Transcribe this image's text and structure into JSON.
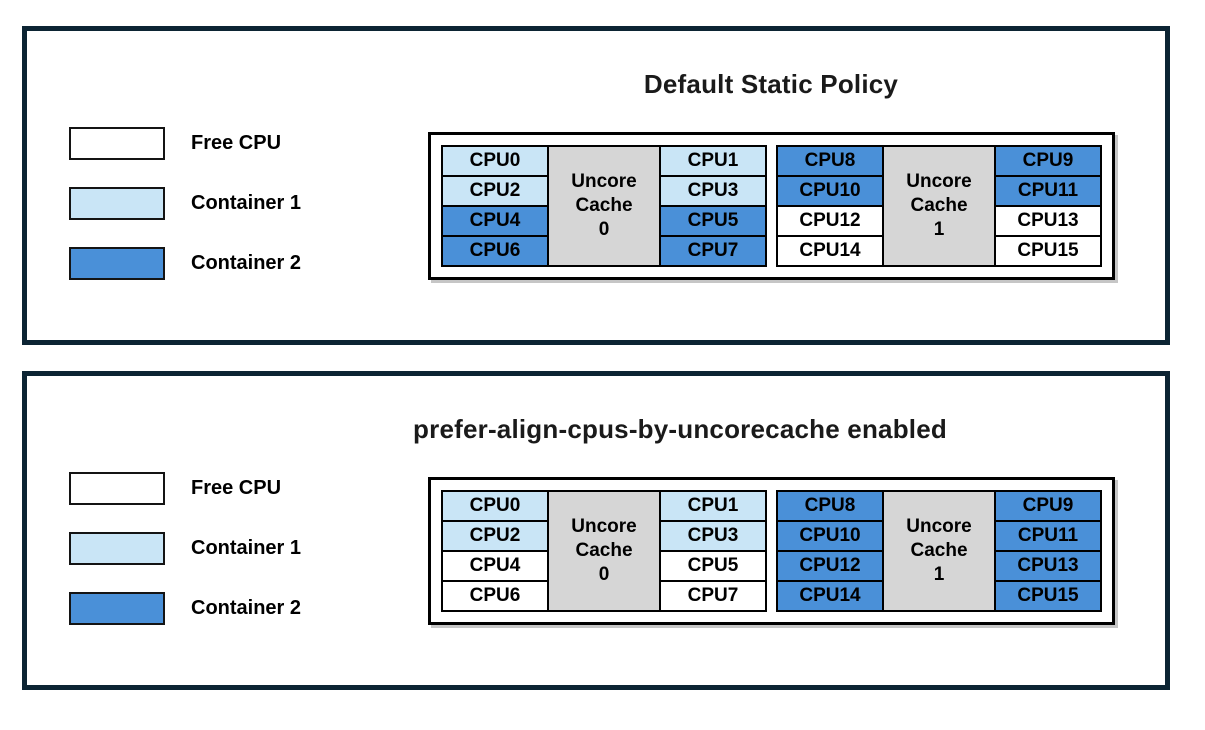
{
  "colors": {
    "free": "#FFFFFF",
    "container1": "#C9E5F6",
    "container2": "#4A90D8",
    "cache": "#D6D6D6",
    "panel_border": "#0C2433"
  },
  "legend": {
    "items": [
      {
        "label": "Free CPU",
        "state": "free"
      },
      {
        "label": "Container 1",
        "state": "container1"
      },
      {
        "label": "Container 2",
        "state": "container2"
      }
    ]
  },
  "panels": [
    {
      "title": "Default Static Policy",
      "groups": [
        {
          "cache_lines": [
            "Uncore",
            "Cache",
            "0"
          ],
          "left_cpus": [
            {
              "label": "CPU0",
              "state": "container1"
            },
            {
              "label": "CPU2",
              "state": "container1"
            },
            {
              "label": "CPU4",
              "state": "container2"
            },
            {
              "label": "CPU6",
              "state": "container2"
            }
          ],
          "right_cpus": [
            {
              "label": "CPU1",
              "state": "container1"
            },
            {
              "label": "CPU3",
              "state": "container1"
            },
            {
              "label": "CPU5",
              "state": "container2"
            },
            {
              "label": "CPU7",
              "state": "container2"
            }
          ]
        },
        {
          "cache_lines": [
            "Uncore",
            "Cache",
            "1"
          ],
          "left_cpus": [
            {
              "label": "CPU8",
              "state": "container2"
            },
            {
              "label": "CPU10",
              "state": "container2"
            },
            {
              "label": "CPU12",
              "state": "free"
            },
            {
              "label": "CPU14",
              "state": "free"
            }
          ],
          "right_cpus": [
            {
              "label": "CPU9",
              "state": "container2"
            },
            {
              "label": "CPU11",
              "state": "container2"
            },
            {
              "label": "CPU13",
              "state": "free"
            },
            {
              "label": "CPU15",
              "state": "free"
            }
          ]
        }
      ]
    },
    {
      "title": "prefer-align-cpus-by-uncorecache enabled",
      "groups": [
        {
          "cache_lines": [
            "Uncore",
            "Cache",
            "0"
          ],
          "left_cpus": [
            {
              "label": "CPU0",
              "state": "container1"
            },
            {
              "label": "CPU2",
              "state": "container1"
            },
            {
              "label": "CPU4",
              "state": "free"
            },
            {
              "label": "CPU6",
              "state": "free"
            }
          ],
          "right_cpus": [
            {
              "label": "CPU1",
              "state": "container1"
            },
            {
              "label": "CPU3",
              "state": "container1"
            },
            {
              "label": "CPU5",
              "state": "free"
            },
            {
              "label": "CPU7",
              "state": "free"
            }
          ]
        },
        {
          "cache_lines": [
            "Uncore",
            "Cache",
            "1"
          ],
          "left_cpus": [
            {
              "label": "CPU8",
              "state": "container2"
            },
            {
              "label": "CPU10",
              "state": "container2"
            },
            {
              "label": "CPU12",
              "state": "container2"
            },
            {
              "label": "CPU14",
              "state": "container2"
            }
          ],
          "right_cpus": [
            {
              "label": "CPU9",
              "state": "container2"
            },
            {
              "label": "CPU11",
              "state": "container2"
            },
            {
              "label": "CPU13",
              "state": "container2"
            },
            {
              "label": "CPU15",
              "state": "container2"
            }
          ]
        }
      ]
    }
  ]
}
